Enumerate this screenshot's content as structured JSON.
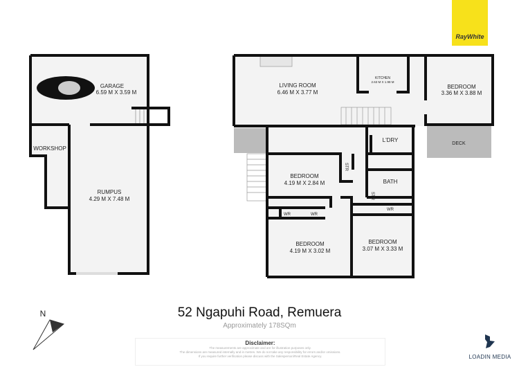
{
  "address": "52 Ngapuhi Road, Remuera",
  "area": "Approximately 178SQm",
  "disclaimer": {
    "heading": "Disclaimer:",
    "lines": [
      "The measurements are approximate and are for illustration purposes only.",
      "The dimensions are measured internally and in metres. We do not take any responsibility for errors and/or omissions.",
      "If you require further verification please discuss with the Salesperson/Real Estate Agency."
    ]
  },
  "branding": {
    "agency": "RayWhite",
    "agency_color": "#f7e11b",
    "media": "LOADIN MEDIA",
    "media_color": "#1f3550"
  },
  "compass": {
    "label": "N",
    "icon": "north-arrow-icon"
  },
  "rooms": {
    "garage": {
      "name": "GARAGE",
      "size": "6.59 M X 3.59 M"
    },
    "workshop": {
      "name": "WORKSHOP"
    },
    "rumpus": {
      "name": "RUMPUS",
      "size": "4.29 M X 7.48 M"
    },
    "living": {
      "name": "LIVING ROOM",
      "size": "6.46 M X 3.77 M"
    },
    "kitchen": {
      "name": "KITCHEN",
      "size": "2.63 M X 1.98 M"
    },
    "bedroom1": {
      "name": "BEDROOM",
      "size": "3.36 M X 3.88 M"
    },
    "deck": {
      "name": "DECK"
    },
    "laundry": {
      "name": "L'DRY"
    },
    "bedroom2": {
      "name": "BEDROOM",
      "size": "4.19 M X 2.84 M"
    },
    "str1": {
      "name": "STR"
    },
    "str2": {
      "name": "STR"
    },
    "bath": {
      "name": "BATH"
    },
    "wr1": {
      "name": "WR"
    },
    "wr2": {
      "name": "WR"
    },
    "wr3": {
      "name": "WR"
    },
    "bedroom3": {
      "name": "BEDROOM",
      "size": "4.19 M X 3.02 M"
    },
    "bedroom4": {
      "name": "BEDROOM",
      "size": "3.07 M X 3.33 M"
    }
  }
}
